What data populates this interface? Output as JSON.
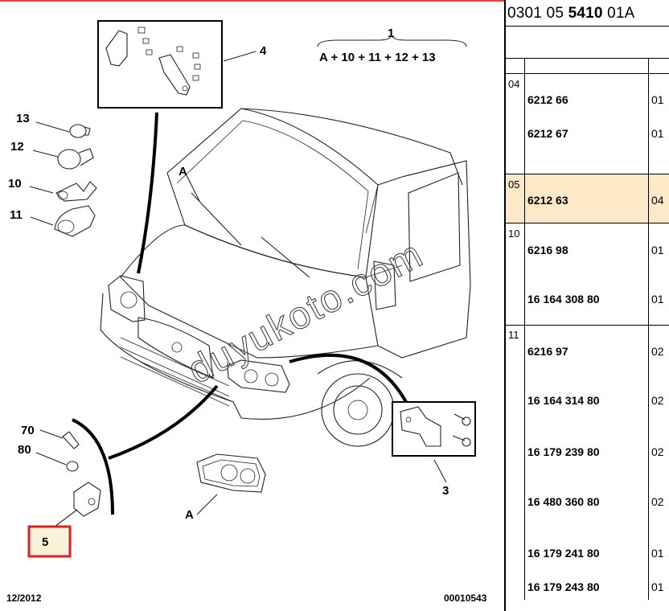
{
  "header": {
    "prefix": "0301 05 ",
    "bold": "5410",
    "suffix": " 01A"
  },
  "diagram": {
    "callouts": {
      "c1": "1",
      "c1_formula": "A + 10 + 11 + 12 + 13",
      "c3": "3",
      "c4": "4",
      "c5": "5",
      "c10": "10",
      "c11": "11",
      "c12": "12",
      "c13": "13",
      "c70": "70",
      "c80": "80",
      "cA_top": "A",
      "cA_bottom": "A"
    },
    "date": "12/2012",
    "code": "00010543",
    "watermark": "duyukoto.com"
  },
  "parts": [
    {
      "group": "04",
      "items": [
        {
          "ref": "6212 66",
          "qty": "01"
        },
        {
          "ref": "6212 67",
          "qty": "01"
        }
      ]
    },
    {
      "group": "05",
      "highlighted": true,
      "items": [
        {
          "ref": "6212 63",
          "qty": "04"
        }
      ]
    },
    {
      "group": "10",
      "items": [
        {
          "ref": "6216 98",
          "qty": "01"
        },
        {
          "ref": "16 164 308 80",
          "qty": "01"
        }
      ]
    },
    {
      "group": "11",
      "items": [
        {
          "ref": "6216 97",
          "qty": "02"
        },
        {
          "ref": "16 164 314 80",
          "qty": "02"
        },
        {
          "ref": "16 179 239 80",
          "qty": "02"
        },
        {
          "ref": "16 480 360 80",
          "qty": "02"
        },
        {
          "ref": "16 179 241 80",
          "qty": "01"
        },
        {
          "ref": "16 179 243 80",
          "qty": "01"
        }
      ]
    }
  ]
}
